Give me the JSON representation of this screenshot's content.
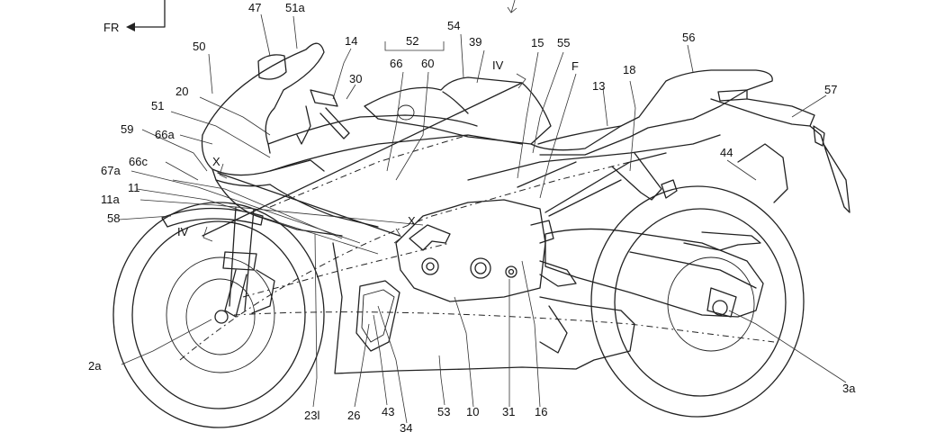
{
  "figure": {
    "direction_label": "FR",
    "labels": {
      "l47": "47",
      "l51a": "51a",
      "l14": "14",
      "l52": "52",
      "l54": "54",
      "l39": "39",
      "l15": "15",
      "l55": "55",
      "l56": "56",
      "l50": "50",
      "l66": "66",
      "l60": "60",
      "lIVtop": "IV",
      "lF": "F",
      "l13": "13",
      "l18": "18",
      "l57": "57",
      "l30": "30",
      "l20": "20",
      "l51": "51",
      "l59": "59",
      "l66a": "66a",
      "lXleft": "X",
      "l66c": "66c",
      "l67a": "67a",
      "l11a": "11a",
      "l11": "11",
      "l44": "44",
      "l58": "58",
      "lIVleft": "IV",
      "lXmid": "X",
      "l2a": "2a",
      "l3a": "3a",
      "l23l": "23l",
      "l26": "26",
      "l43": "43",
      "l34": "34",
      "l53": "53",
      "l10": "10",
      "l31": "31",
      "l16": "16"
    }
  }
}
